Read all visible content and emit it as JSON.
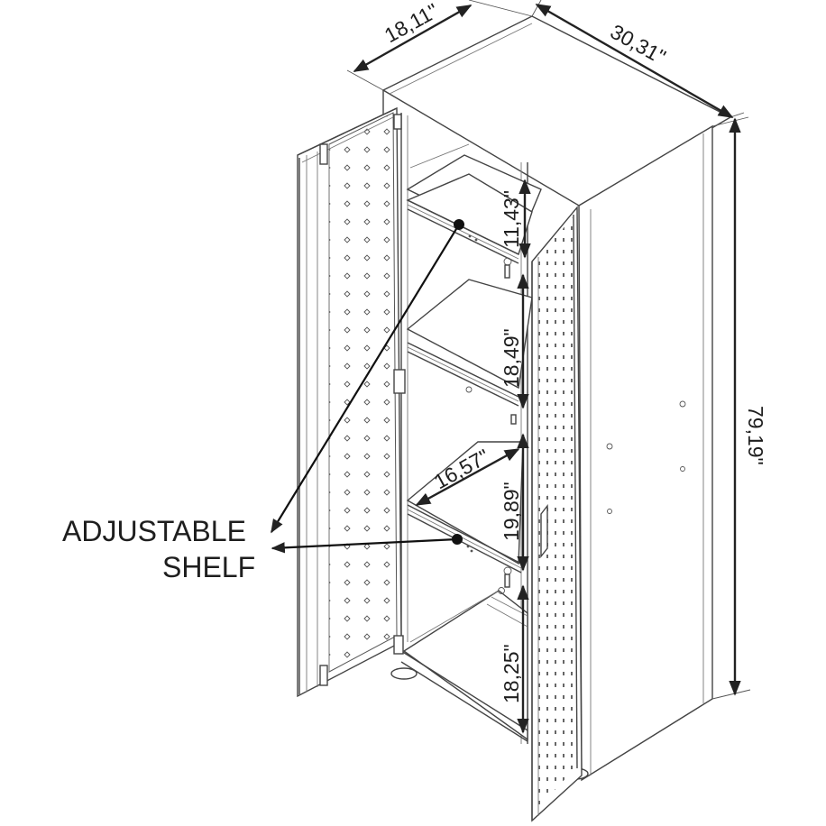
{
  "figure": {
    "subject": "Tall two-door metal storage cabinet with pegboard doors",
    "callout": {
      "line1": "ADJUSTABLE",
      "line2": "SHELF",
      "targets": 2
    },
    "dimensions": {
      "depth": "18,11\"",
      "width": "30,31\"",
      "height": "79,19\"",
      "shelf_depth": "16,57\"",
      "gap_top": "11,43\"",
      "gap_upper": "18,49\"",
      "gap_middle": "19,89\"",
      "gap_bottom": "18,25\""
    },
    "colors": {
      "line": "#444444",
      "dimension": "#222222",
      "background": "#ffffff"
    }
  }
}
